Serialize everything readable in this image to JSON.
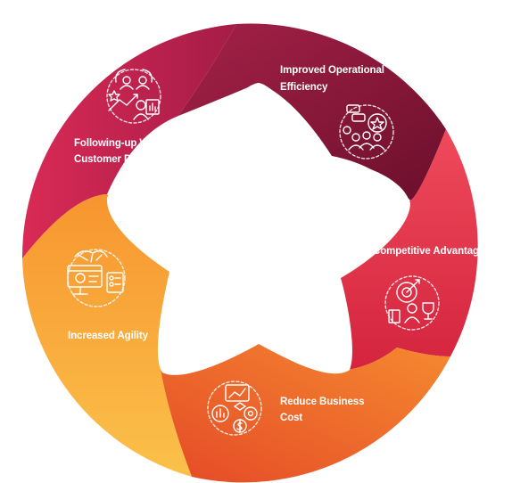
{
  "segments": [
    {
      "id": "improved",
      "label_lines": [
        "Improved Operational",
        "Efficiency"
      ],
      "icon": "team-performance-icon",
      "color": "#8e1a3c"
    },
    {
      "id": "competitive",
      "label_lines": [
        "Competitive Advantage"
      ],
      "icon": "target-trophy-icon",
      "color": "#e2384c"
    },
    {
      "id": "reduce",
      "label_lines": [
        "Reduce Business",
        "Cost"
      ],
      "icon": "cost-analysis-icon",
      "color": "#ee6a2c"
    },
    {
      "id": "agility",
      "label_lines": [
        "Increased Agility"
      ],
      "icon": "brain-dashboard-icon",
      "color": "#f7a93a"
    },
    {
      "id": "following",
      "label_lines": [
        "Following-up With",
        "Customer Demands"
      ],
      "icon": "customer-growth-icon",
      "color": "#c8214f"
    }
  ]
}
